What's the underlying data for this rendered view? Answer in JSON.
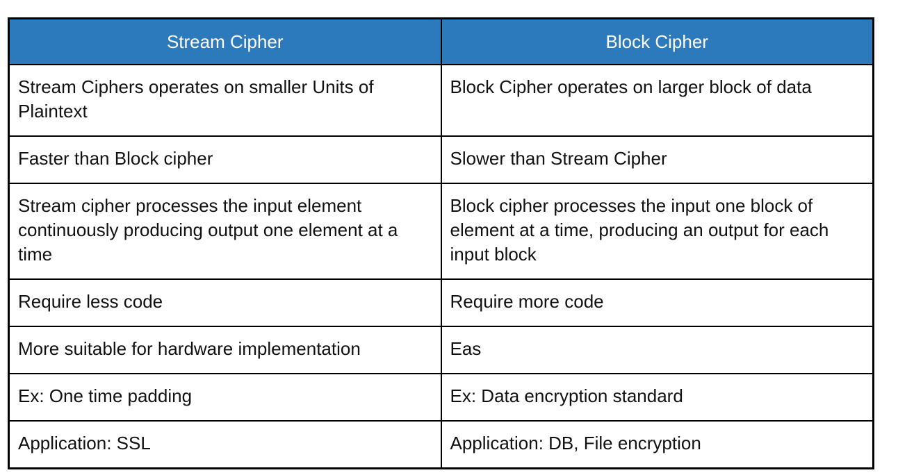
{
  "table": {
    "columns": [
      {
        "label": "Stream Cipher"
      },
      {
        "label": "Block Cipher"
      }
    ],
    "rows": [
      [
        "Stream Ciphers operates on smaller Units of Plaintext",
        "Block Cipher operates on larger block of data"
      ],
      [
        "Faster than Block cipher",
        "Slower than Stream Cipher"
      ],
      [
        "Stream cipher processes the input element continuously producing output one element at a time",
        "Block cipher processes the input one block of element at a time, producing an output for each input block"
      ],
      [
        "Require less code",
        "Require more code"
      ],
      [
        "More suitable for hardware implementation",
        "Eas"
      ],
      [
        "Ex: One time padding",
        "Ex: Data encryption standard"
      ],
      [
        "Application: SSL",
        "Application: DB, File encryption"
      ]
    ],
    "colors": {
      "header_bg": "#2C7ABC",
      "header_text": "#FFFFFF",
      "border": "#000000",
      "body_text": "#111111",
      "background": "#FFFFFF"
    }
  }
}
